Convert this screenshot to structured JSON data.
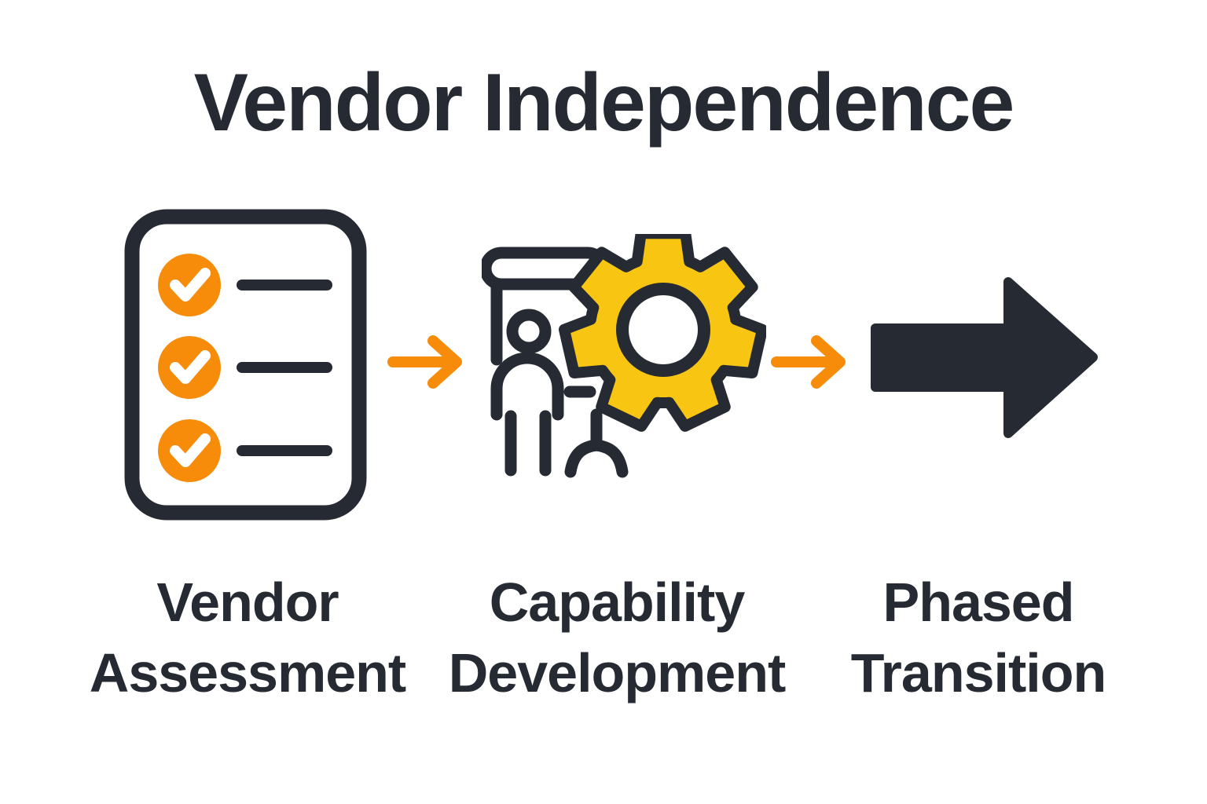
{
  "title": "Vendor Independence",
  "colors": {
    "ink": "#262B33",
    "orange": "#F78C0A",
    "yellow": "#F9C513",
    "bg": "#FFFFFF"
  },
  "stages": [
    {
      "label_line1": "Vendor",
      "label_line2": "Assessment",
      "icon": "checklist-icon"
    },
    {
      "label_line1": "Capability",
      "label_line2": "Development",
      "icon": "person-training-gear-icon"
    },
    {
      "label_line1": "Phased",
      "label_line2": "Transition",
      "icon": "forward-arrow-icon"
    }
  ],
  "connectors": [
    {
      "icon": "right-arrow-icon"
    },
    {
      "icon": "right-arrow-icon"
    }
  ]
}
